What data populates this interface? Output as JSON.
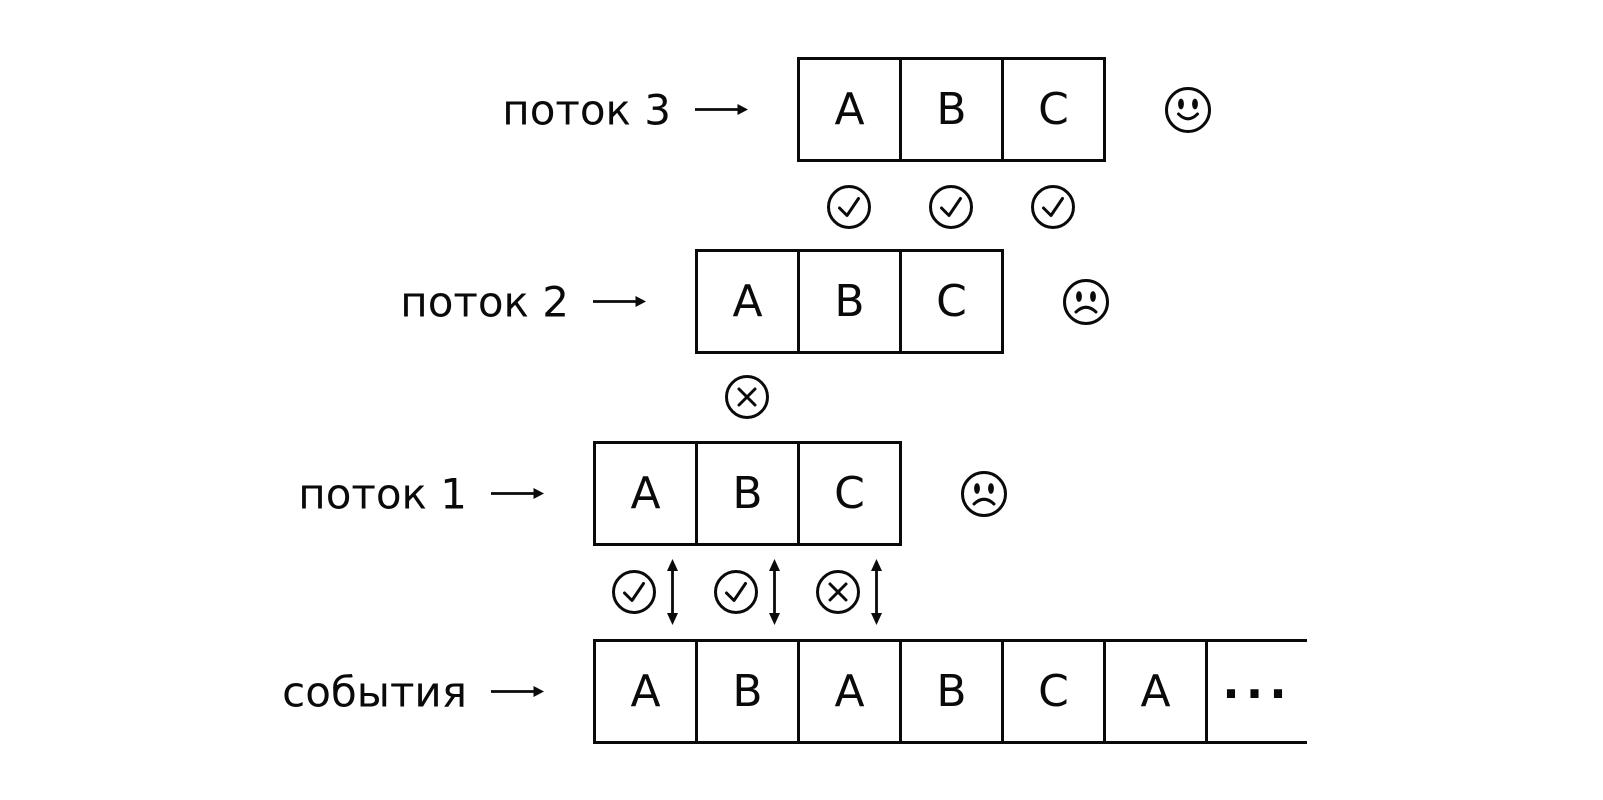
{
  "colors": {
    "ink": "#0a0a0a",
    "background": "#ffffff"
  },
  "threads": [
    {
      "label": "поток 3",
      "arrow": "→",
      "cells": [
        "A",
        "B",
        "C"
      ],
      "face": "happy",
      "markers": [
        "check",
        "check",
        "check"
      ]
    },
    {
      "label": "поток 2",
      "arrow": "→",
      "cells": [
        "A",
        "B",
        "C"
      ],
      "face": "sad",
      "markers": [
        "cross"
      ]
    },
    {
      "label": "поток 1",
      "arrow": "→",
      "cells": [
        "A",
        "B",
        "C"
      ],
      "face": "sad",
      "markers": [
        "check",
        "check",
        "cross"
      ],
      "markers_have_sync_arrows": true
    }
  ],
  "events": {
    "label": "события",
    "arrow": "→",
    "cells": [
      "A",
      "B",
      "A",
      "B",
      "C",
      "A",
      "..."
    ]
  }
}
